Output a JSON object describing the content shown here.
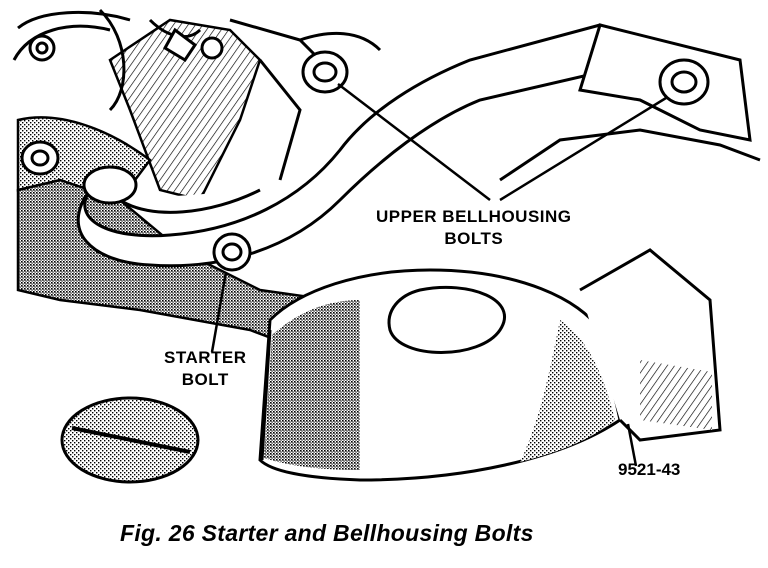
{
  "labels": {
    "upper_bellhousing_line1": "UPPER BELLHOUSING",
    "upper_bellhousing_line2": "BOLTS",
    "starter_line1": "STARTER",
    "starter_line2": "BOLT",
    "part_number": "9521-43"
  },
  "caption": "Fig. 26 Starter and Bellhousing Bolts"
}
